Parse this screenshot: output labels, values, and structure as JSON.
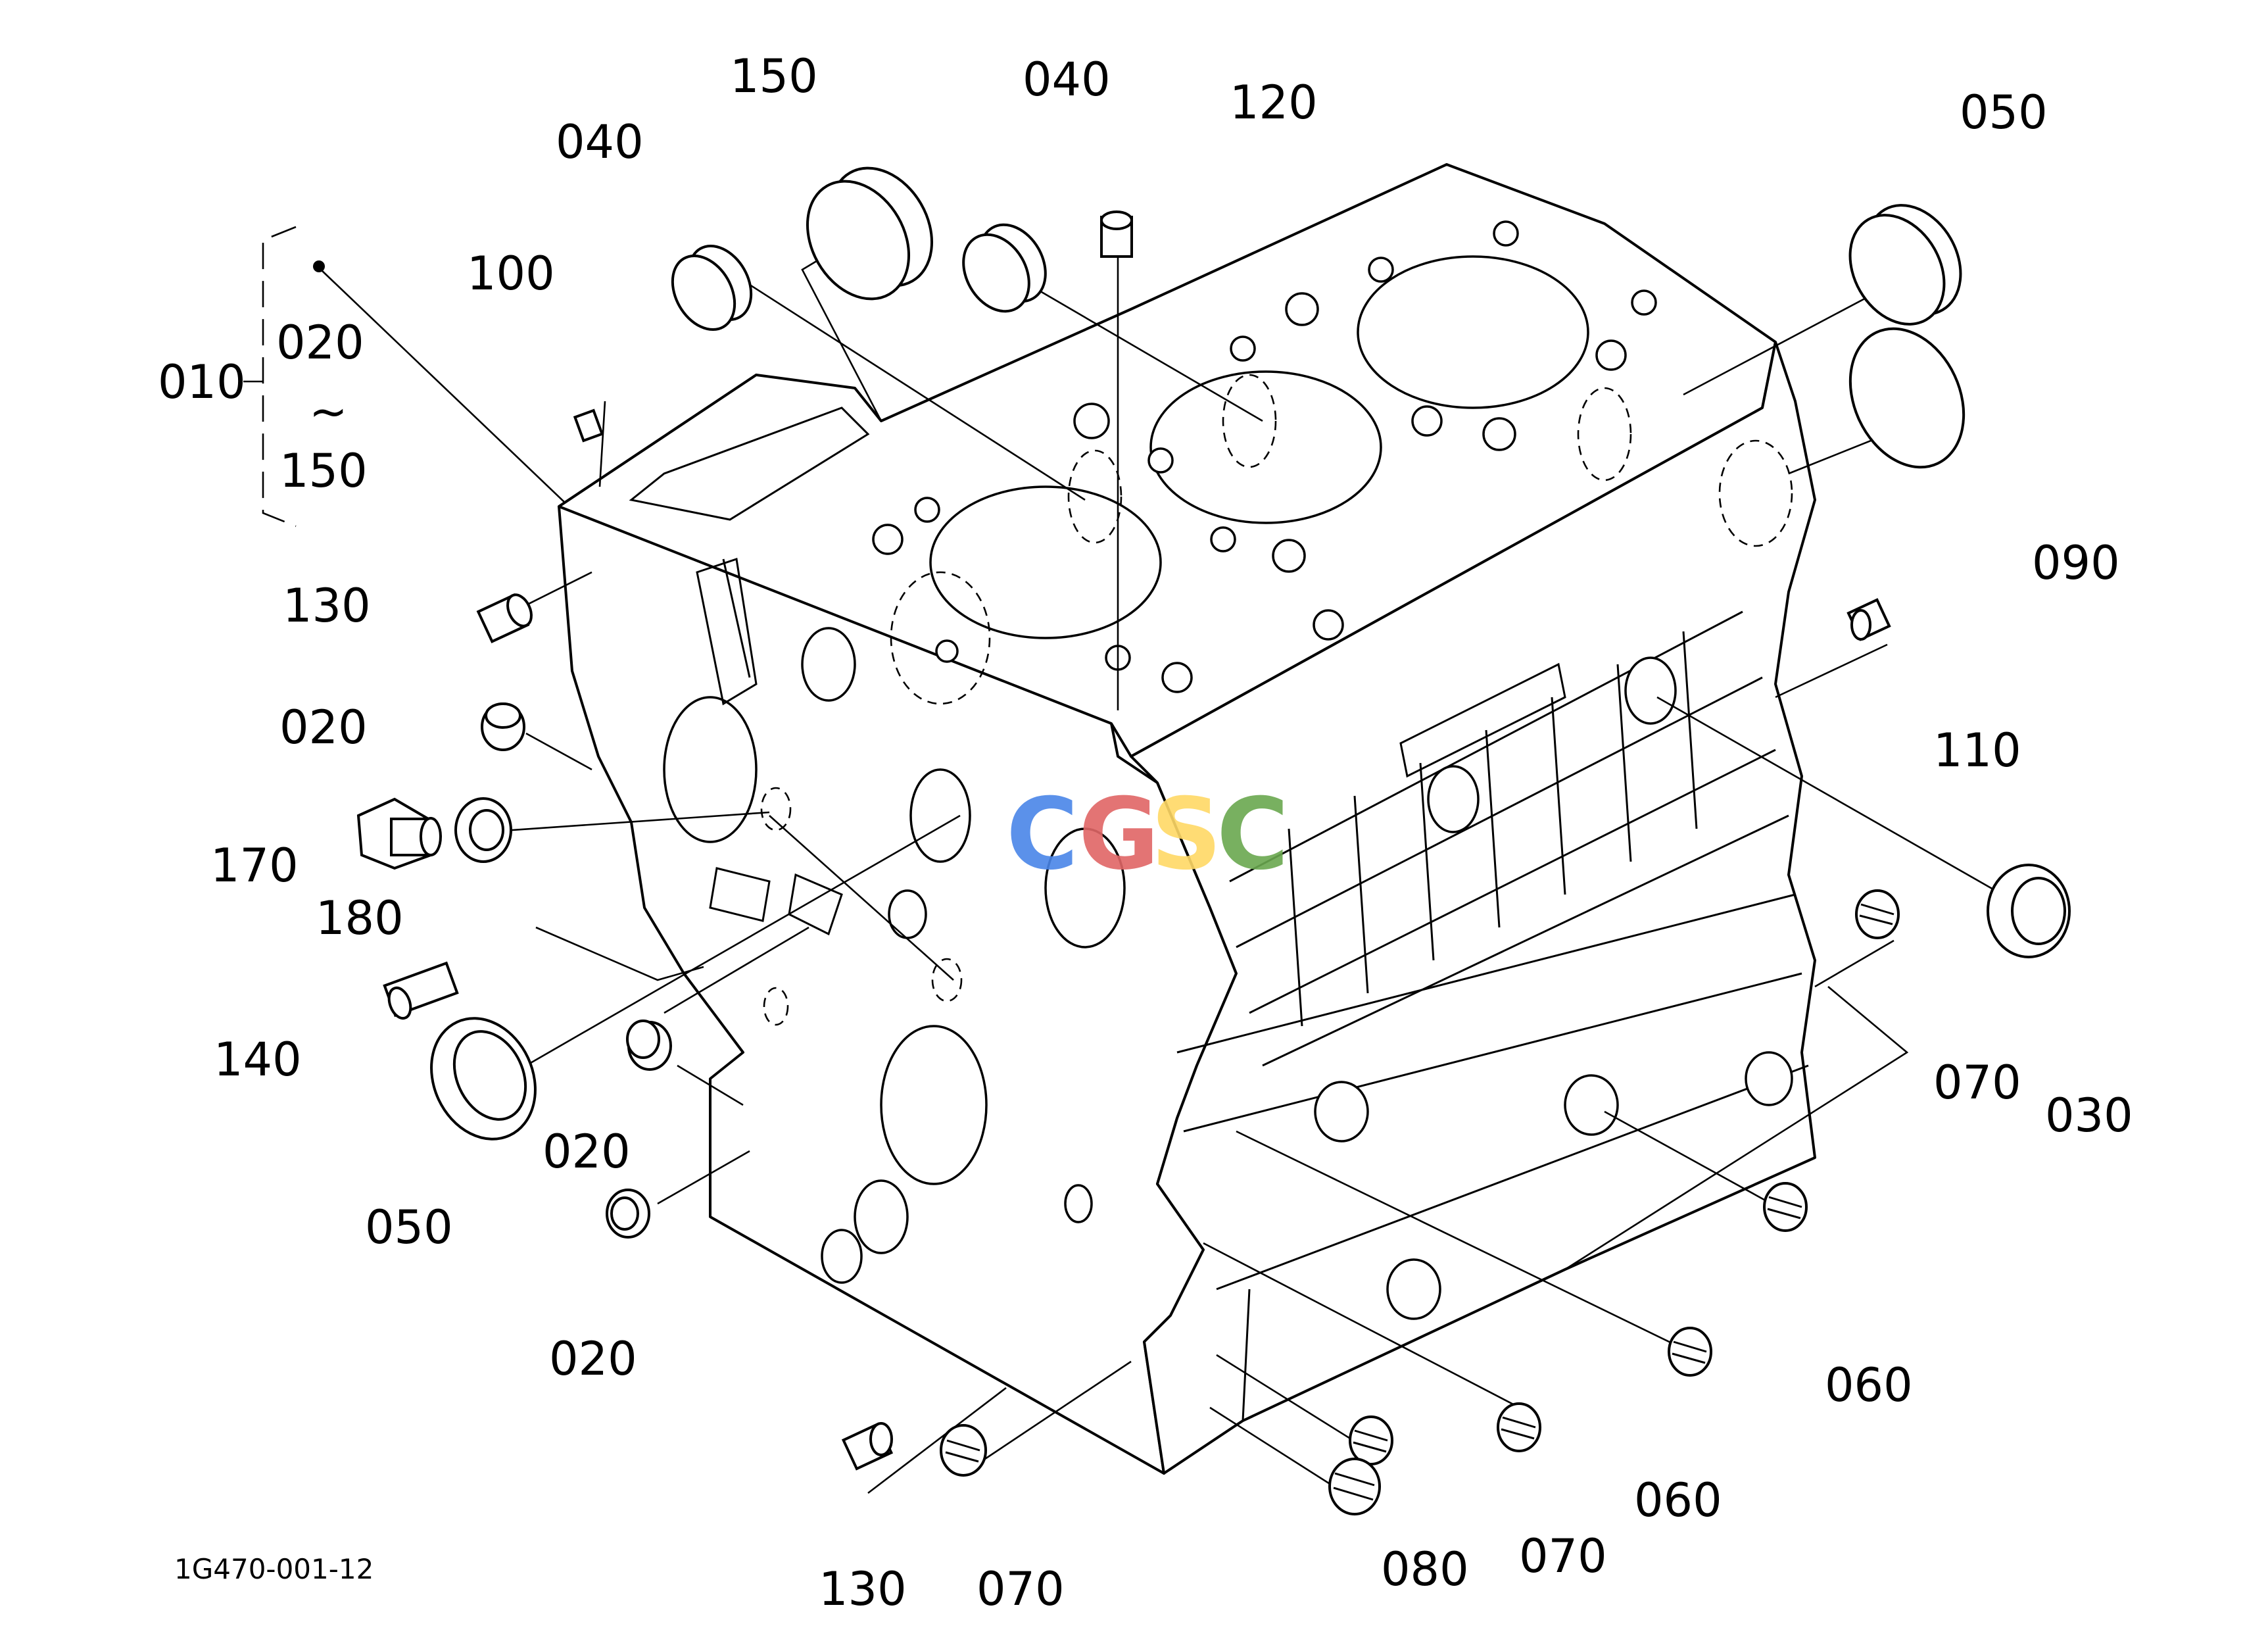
{
  "figure_number": "1G470-001-12",
  "watermark": {
    "letters": [
      "C",
      "G",
      "S",
      "C"
    ],
    "colors": [
      "#4a86e8",
      "#e06666",
      "#ffd966",
      "#6aa84f"
    ]
  },
  "group_bracket": {
    "assembly": "010",
    "range_start": "020",
    "range_symbol": "~",
    "range_end": "150"
  },
  "callouts": [
    {
      "id": "c150-top",
      "label": "150"
    },
    {
      "id": "c040-left",
      "label": "040"
    },
    {
      "id": "c040-mid",
      "label": "040"
    },
    {
      "id": "c120",
      "label": "120"
    },
    {
      "id": "c050-top",
      "label": "050"
    },
    {
      "id": "c100",
      "label": "100"
    },
    {
      "id": "c130-top",
      "label": "130"
    },
    {
      "id": "c020-a",
      "label": "020"
    },
    {
      "id": "c170",
      "label": "170"
    },
    {
      "id": "c180",
      "label": "180"
    },
    {
      "id": "c140",
      "label": "140"
    },
    {
      "id": "c050-left",
      "label": "050"
    },
    {
      "id": "c020-b",
      "label": "020"
    },
    {
      "id": "c020-c",
      "label": "020"
    },
    {
      "id": "c090",
      "label": "090"
    },
    {
      "id": "c110",
      "label": "110"
    },
    {
      "id": "c070-right",
      "label": "070"
    },
    {
      "id": "c030",
      "label": "030"
    },
    {
      "id": "c060-right",
      "label": "060"
    },
    {
      "id": "c060-bottom",
      "label": "060"
    },
    {
      "id": "c070-bottom",
      "label": "070"
    },
    {
      "id": "c080",
      "label": "080"
    },
    {
      "id": "c070-front",
      "label": "070"
    },
    {
      "id": "c130-bottom",
      "label": "130"
    }
  ]
}
